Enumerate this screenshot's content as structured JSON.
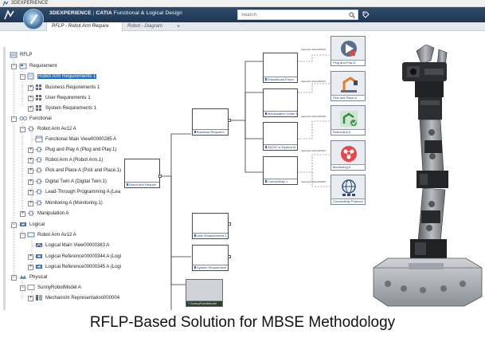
{
  "window": {
    "title": "3DEXPERIENCE"
  },
  "header": {
    "brand": "3DEXPERIENCE",
    "app_name": "CATIA",
    "app_module": "Functional & Logical Design",
    "search_placeholder": "Search"
  },
  "tabs": [
    {
      "label": "RFLP - Robot Arm Require",
      "active": true
    },
    {
      "label": "Robot - Diagram",
      "active": false
    },
    {
      "label": "+",
      "active": false
    }
  ],
  "tree": {
    "root": "RFLP",
    "items": [
      "Requirement",
      "Robot Arm Requirements 1",
      "Business Requirements 1",
      "User Requirements 1",
      "System Requirements 1",
      "Functional",
      "Robot Arm Av12 A",
      "Functional Main View00000285 A",
      "Plug and Play A (Plug and Play.1)",
      "Robot Arm A (Robot Arm.1)",
      "Pick and Place A (Pick and Place.1)",
      "Digital Twin A (Digital Twin.1)",
      "Lead-Through Programming A (Lea",
      "Monitoring A (Monitoring.1)",
      "Manipulation A",
      "Logical",
      "Robot Arm Av12 A",
      "Logical Main View00000383 A",
      "Logical Reference00000344 A (Logi",
      "Logical Reference00000345 A (Logi",
      "Physical",
      "SunnyRobotModel A",
      "Mechanism Representation000004"
    ]
  },
  "diagram": {
    "root_box": "Robot Arm Require",
    "business_box": "Business Requirem",
    "user_box": "User Requirements 1",
    "system_box": "System Requirement",
    "physical_box": "SunnyRobotModel",
    "requirement_boxes": [
      "Educational Purpo",
      "Manipulation Under A",
      "ASCIE of System Ar",
      "Connectivity 1"
    ],
    "link_labels": [
      "Approach Refer000016",
      "Approach Refer000021",
      "Approach Refer000026",
      "Approach Refer000031",
      "Approach Refer000036"
    ],
    "function_boxes": [
      {
        "label": "Plug and Play A",
        "icon": "plug-play-icon"
      },
      {
        "label": "Pick and Place A",
        "icon": "pick-place-icon"
      },
      {
        "label": "Robot Arm A",
        "icon": "robot-arm-icon"
      },
      {
        "label": "Monitoring A",
        "icon": "monitoring-icon"
      },
      {
        "label": "Connectivity Protocol",
        "icon": "connectivity-icon"
      }
    ]
  },
  "caption": "RFLP-Based Solution for MBSE Methodology"
}
